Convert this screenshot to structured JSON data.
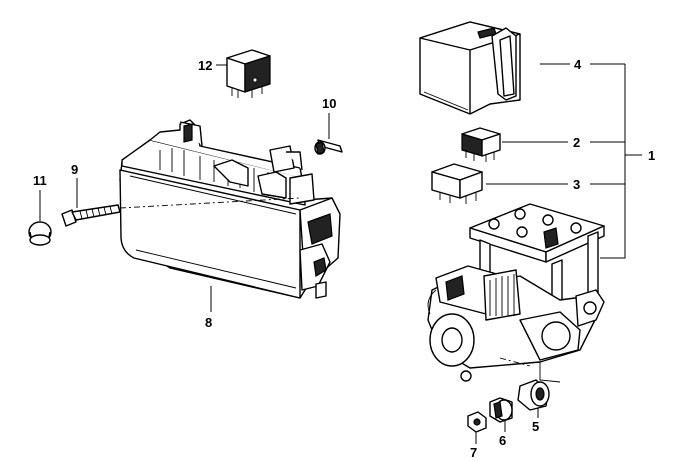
{
  "callouts": [
    "1",
    "2",
    "3",
    "4",
    "5",
    "6",
    "7",
    "8",
    "9",
    "10",
    "11",
    "12"
  ],
  "icons": {
    "part_1": "abs-hydraulic-unit-assembly",
    "part_2": "relay-small",
    "part_3": "relay",
    "part_4": "protective-cover",
    "part_5": "rubber-bushing",
    "part_6": "mounting-bolt",
    "part_7": "hex-nut",
    "part_8": "bracket-housing",
    "part_9": "screw",
    "part_10": "pin",
    "part_11": "plug-cap",
    "part_12": "relay-small"
  }
}
